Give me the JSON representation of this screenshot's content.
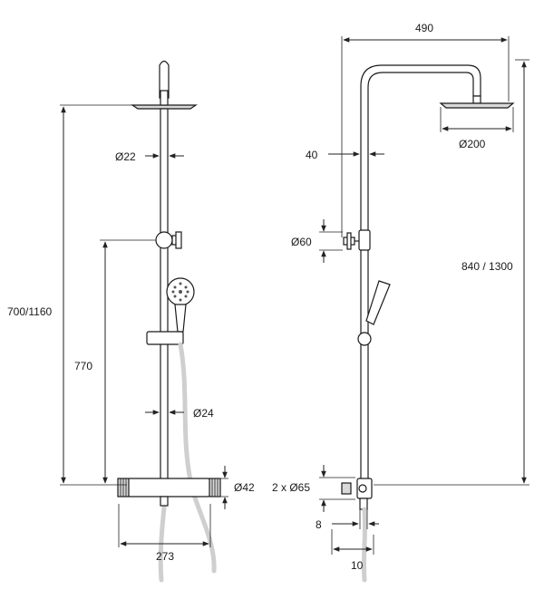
{
  "labels": {
    "d22": "Ø22",
    "height_front": "700/1160",
    "h770": "770",
    "d24": "Ø24",
    "d42": "Ø42",
    "w273": "273",
    "w490": "490",
    "d200": "Ø200",
    "w40": "40",
    "d60": "Ø60",
    "height_side": "840 / 1300",
    "d65": "2 x Ø65",
    "w8": "8",
    "w10": "10"
  }
}
